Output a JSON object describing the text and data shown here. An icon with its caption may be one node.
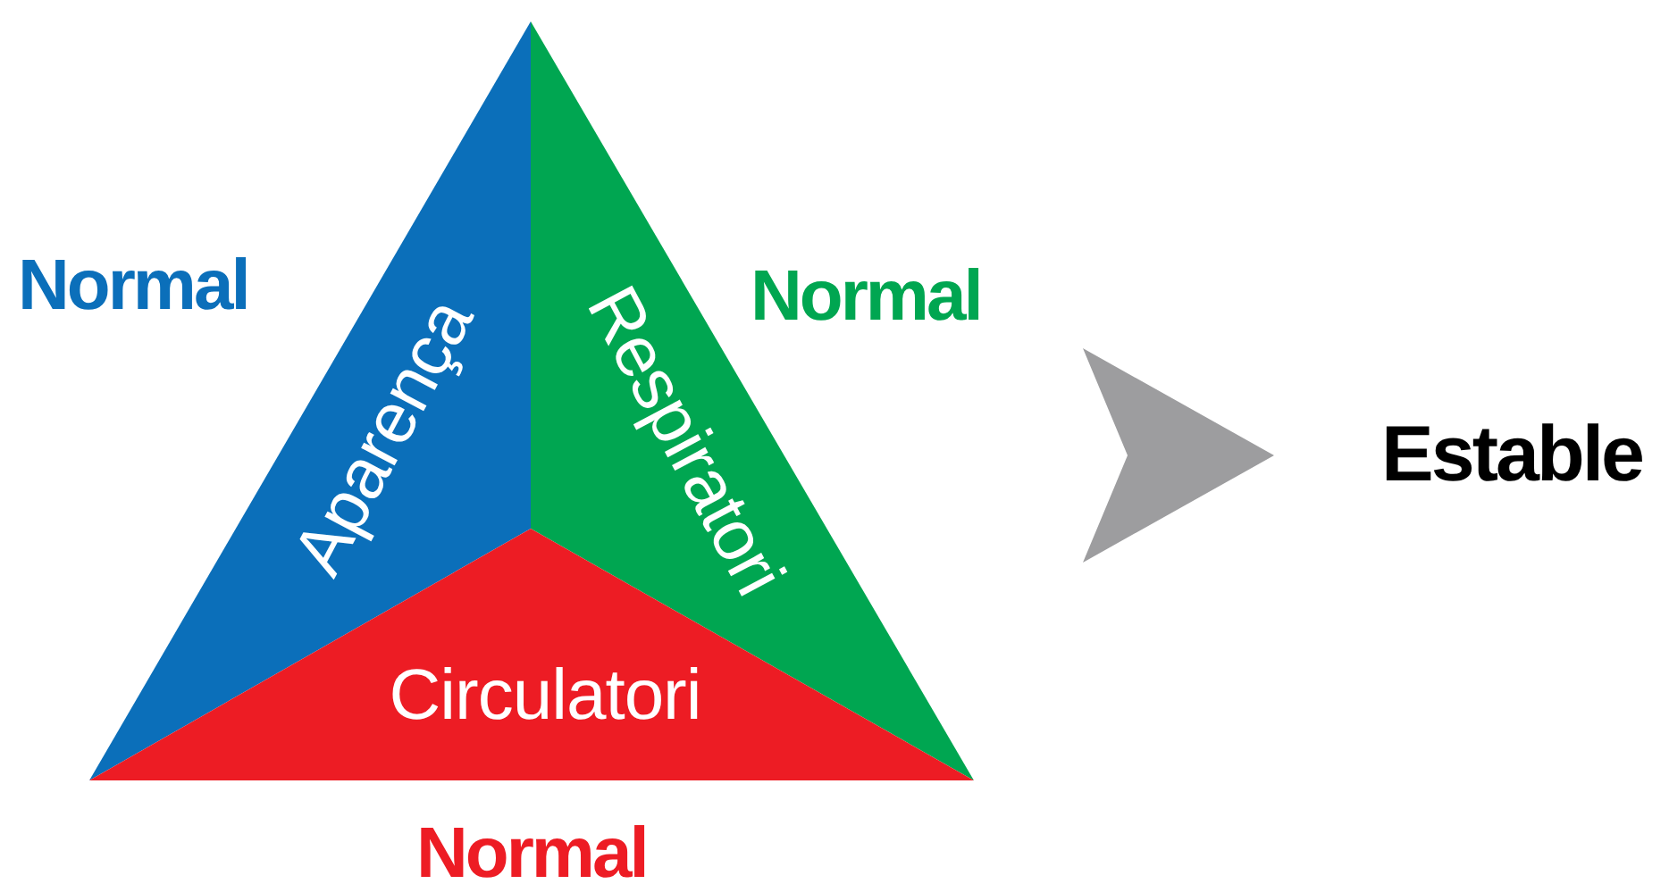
{
  "diagram": {
    "nodes": [
      {
        "text": [],
        "shape": "triangle"
      },
      {
        "text": [
          "Aparença"
        ],
        "in": 0,
        "beside": [
          "Normal"
        ]
      },
      {
        "text": [
          "Respiratori"
        ],
        "in": 0,
        "beside": [
          "Normal"
        ]
      },
      {
        "text": [
          "Circulatori"
        ],
        "in": 0,
        "beside": [
          "Normal"
        ]
      },
      {
        "text": [
          "Estable"
        ]
      }
    ],
    "edges": [
      {
        "from": 0,
        "to": 4,
        "arrow": "to",
        "color": "#9d9d9f"
      }
    ]
  }
}
